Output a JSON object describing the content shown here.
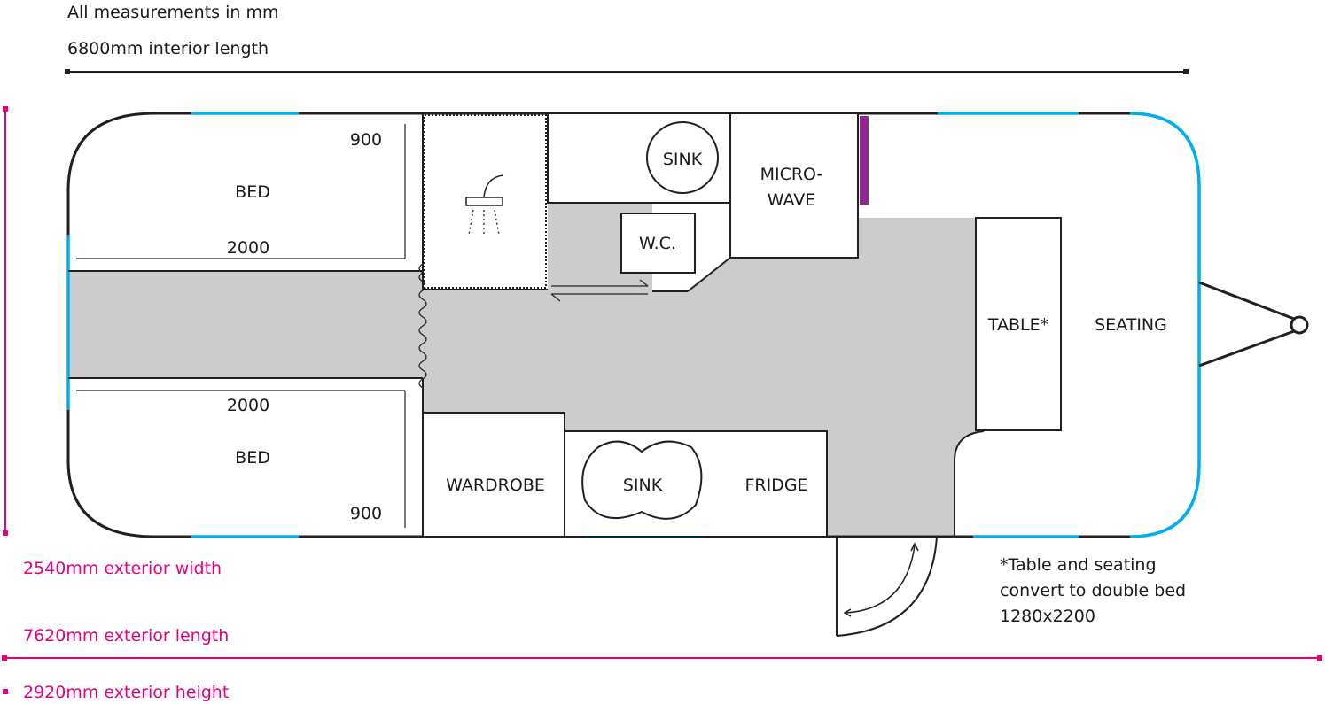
{
  "header": {
    "units_note": "All measurements in mm",
    "interior_length": "6800mm interior length"
  },
  "rooms": {
    "bed_top": {
      "label": "BED",
      "width_dim": "900",
      "length_dim": "2000"
    },
    "bed_bottom": {
      "label": "BED",
      "width_dim": "900",
      "length_dim": "2000"
    },
    "shower": {
      "icon": "shower-icon"
    },
    "sink_top": "SINK",
    "microwave": [
      "MICRO-",
      "WAVE"
    ],
    "wc": "W.C.",
    "wardrobe": "WARDROBE",
    "sink_double": "SINK",
    "fridge": "FRIDGE",
    "table": "TABLE*",
    "seating": "SEATING"
  },
  "footnote": [
    "*Table and seating",
    "convert to double bed",
    "1280x2200"
  ],
  "exterior": {
    "width": "2540mm exterior width",
    "length": "7620mm exterior length",
    "height": "2920mm exterior height"
  },
  "colors": {
    "wall": "#231f20",
    "window": "#00aeef",
    "floor": "#cccccc",
    "exterior_dims": "#e6007e",
    "accent_panel": "#92278f"
  }
}
